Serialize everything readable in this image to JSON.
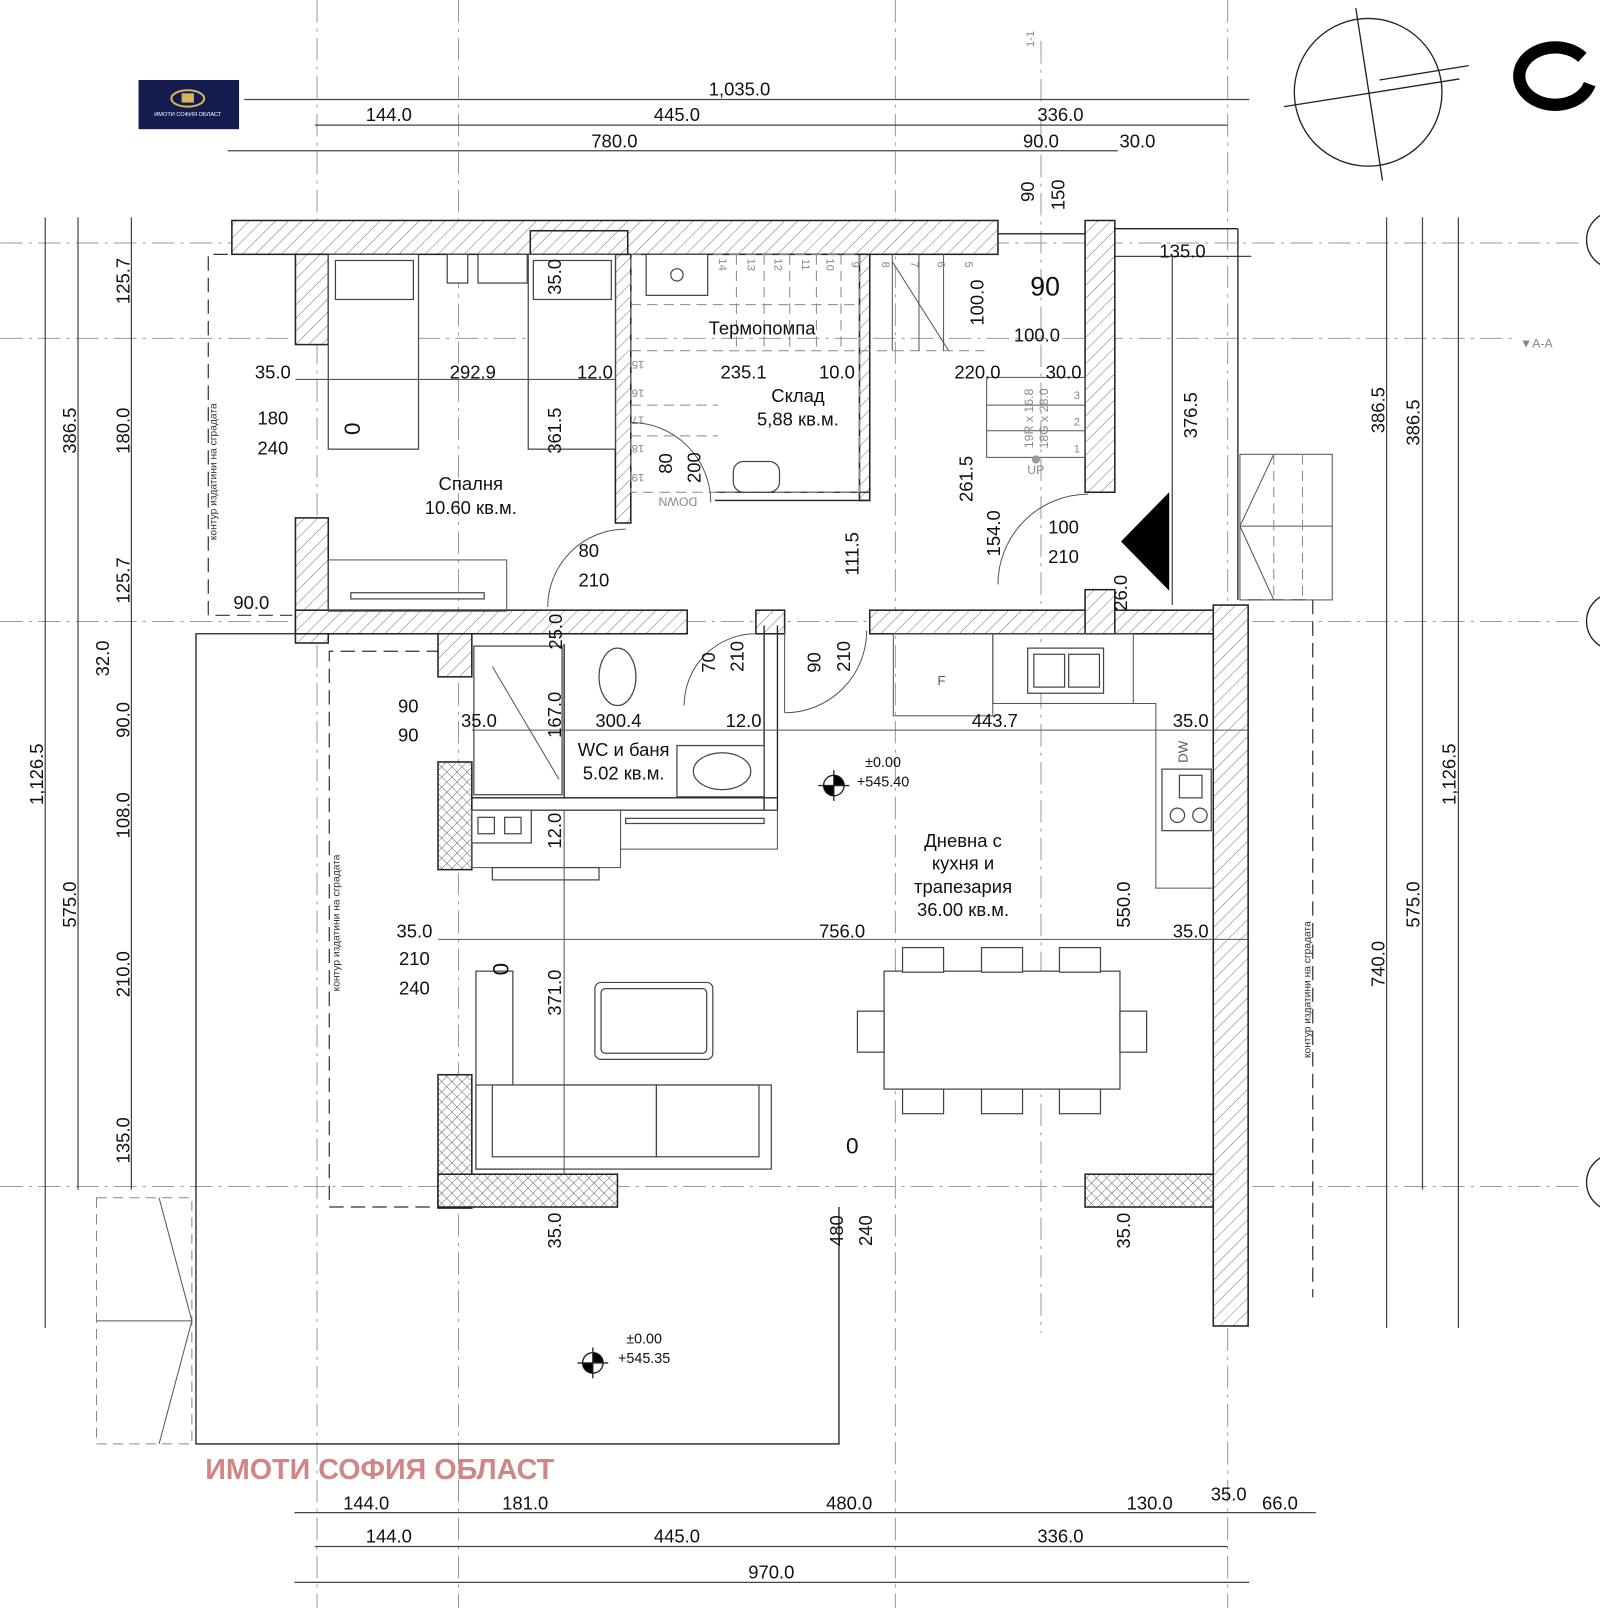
{
  "logo": {
    "text": "ИМОТИ СОФИЯ ОБЛАСТ",
    "bg_color": "#141c4f",
    "accent_color": "#d8b45a"
  },
  "watermark": {
    "text": "ИМОТИ СОФИЯ ОБЛАСТ",
    "color": "#c9706f"
  },
  "north_marker": "C",
  "section_markers": [
    "1-1",
    "▼A-A"
  ],
  "rooms": {
    "bedroom": {
      "name": "Спалня",
      "area": "10.60 кв.м."
    },
    "storage": {
      "name": "Склад",
      "area": "5,88 кв.м."
    },
    "heat_pump": {
      "name": "Термопомпа"
    },
    "bathroom": {
      "name": "WC и баня",
      "area": "5.02 кв.м."
    },
    "living": {
      "name_lines": [
        "Дневна с",
        "кухня и",
        "трапезария"
      ],
      "area": "36.00 кв.м."
    }
  },
  "levels": [
    {
      "relative": "±0.00",
      "absolute": "+545.40"
    },
    {
      "relative": "±0.00",
      "absolute": "+545.35"
    }
  ],
  "contour_note": "контур издатини на сградата",
  "stair": {
    "spec": [
      "19R x 16.8",
      "18G x 28.0"
    ],
    "up": "UP",
    "down": "DOWN",
    "steps": [
      "1",
      "2",
      "3",
      "5",
      "6",
      "7",
      "8",
      "9",
      "10",
      "11",
      "12",
      "13",
      "14",
      "15",
      "16",
      "17",
      "18",
      "19"
    ]
  },
  "appliances": {
    "fridge": "F",
    "dishwasher": "DW"
  },
  "dims": {
    "top": [
      "1,035.0",
      "144.0",
      "445.0",
      "336.0",
      "780.0",
      "90.0",
      "30.0",
      "90",
      "150"
    ],
    "left": [
      "386.5",
      "1,126.5",
      "575.0",
      "125.7",
      "180.0",
      "125.7",
      "32.0",
      "90.0",
      "108.0",
      "210.0",
      "135.0"
    ],
    "right": [
      "386.5",
      "386.5",
      "1,126.5",
      "740.0",
      "575.0"
    ],
    "bottom": [
      "144.0",
      "181.0",
      "480.0",
      "130.0",
      "35.0",
      "66.0",
      "144.0",
      "445.0",
      "336.0",
      "970.0"
    ],
    "interior": [
      "35.0",
      "292.9",
      "12.0",
      "235.1",
      "10.0",
      "220.0",
      "30.0",
      "35.0",
      "361.5",
      "100.0",
      "100.0",
      "90",
      "180",
      "240",
      "0",
      "80",
      "200",
      "261.5",
      "154.0",
      "111.5",
      "100",
      "210",
      "80",
      "210",
      "90.0",
      "25.0",
      "26.0",
      "70",
      "210",
      "90",
      "210",
      "90",
      "90",
      "35.0",
      "167.0",
      "300.4",
      "12.0",
      "443.7",
      "35.0",
      "12.0",
      "550.0",
      "35.0",
      "756.0",
      "35.0",
      "210",
      "240",
      "0",
      "371.0",
      "0",
      "35.0",
      "480",
      "240",
      "35.0",
      "135.0",
      "376.5"
    ]
  }
}
